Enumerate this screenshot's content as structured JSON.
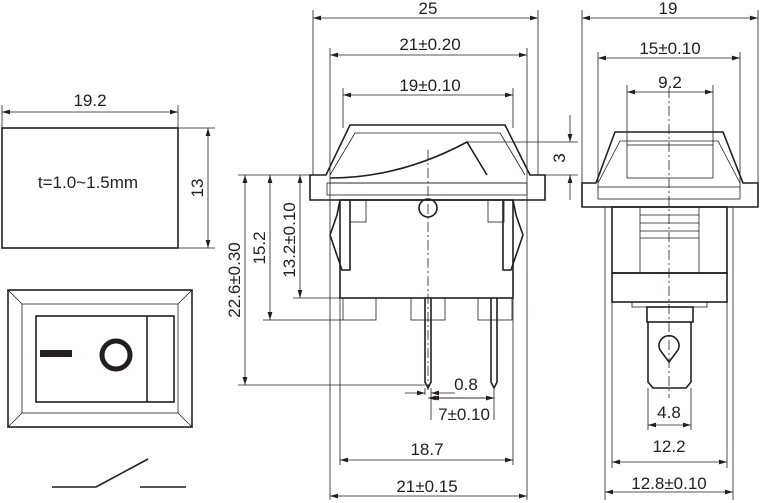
{
  "panel_cutout": {
    "width_label": "19.2",
    "height_label": "13",
    "thickness_label": "t=1.0~1.5mm"
  },
  "side_view": {
    "overall_width": "25",
    "bezel_width": "21±0.20",
    "rocker_width": "19±0.10",
    "rocker_height": "3",
    "total_height": "22.6±0.30",
    "body_height": "15.2",
    "body_height_tol": "13.2±0.10",
    "pin_width": "0.8",
    "pin_pitch": "7±0.10",
    "body_width": "18.7",
    "clip_width": "21±0.15"
  },
  "end_view": {
    "overall_width": "19",
    "bezel_width": "15±0.10",
    "rocker_width": "9.2",
    "tab_width": "4.8",
    "body_width": "12.2",
    "clip_width": "12.8±0.10"
  },
  "colors": {
    "ink": "#231f20",
    "background": "#ffffff"
  }
}
